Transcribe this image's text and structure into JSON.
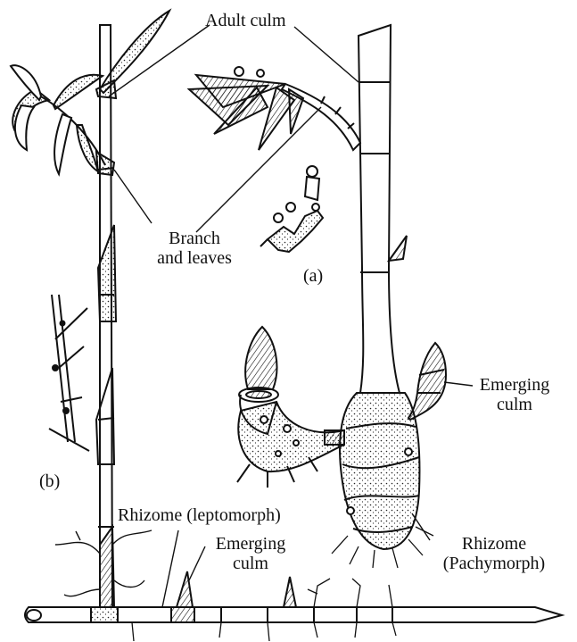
{
  "labels": {
    "adult_culm": "Adult culm",
    "branch_leaves_line1": "Branch",
    "branch_leaves_line2": "and leaves",
    "fig_a": "(a)",
    "fig_b": "(b)",
    "emerging_culm_right_line1": "Emerging",
    "emerging_culm_right_line2": "culm",
    "rhizome_lepto": "Rhizome (leptomorph)",
    "emerging_culm_bottom_line1": "Emerging",
    "emerging_culm_bottom_line2": "culm",
    "rhizome_pachy_line1": "Rhizome",
    "rhizome_pachy_line2": "(Pachymorph)"
  },
  "colors": {
    "ink": "#111111",
    "paper": "#ffffff"
  }
}
